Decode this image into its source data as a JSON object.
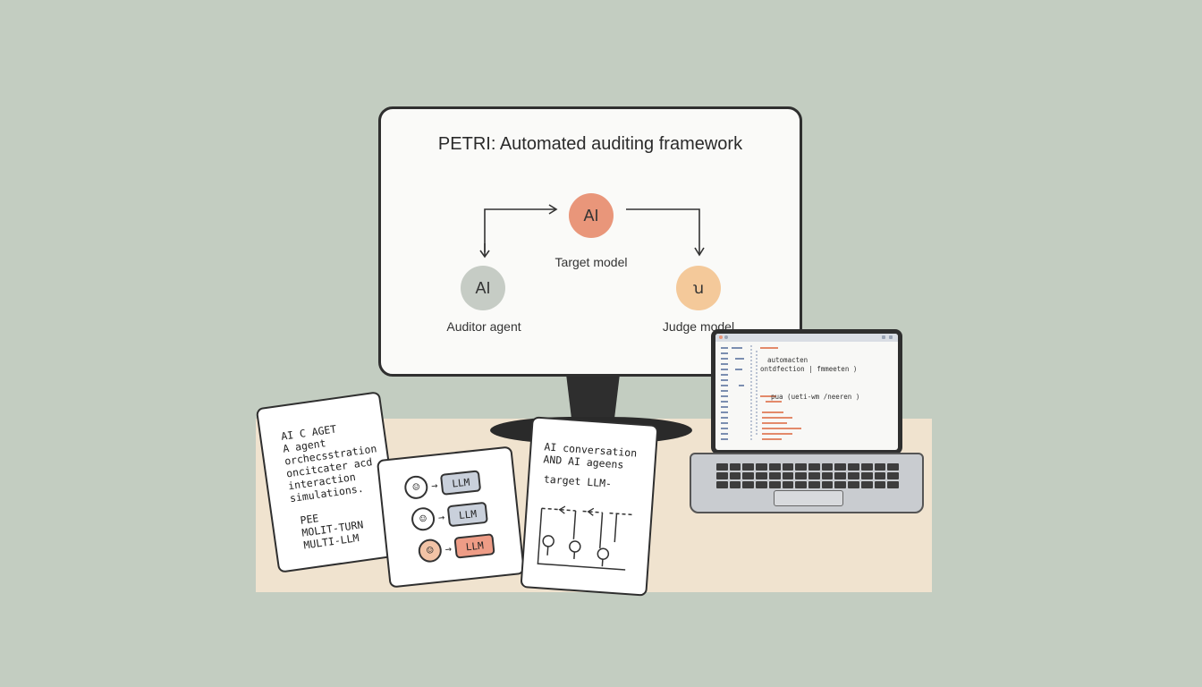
{
  "monitor": {
    "title": "PETRI: Automated auditing framework",
    "nodes": {
      "target": {
        "icon": "AI",
        "label": "Target model",
        "color": "#e9967a"
      },
      "auditor": {
        "icon": "AI",
        "label": "Auditor agent",
        "color": "#c6ccc5"
      },
      "judge": {
        "icon": "ꭒ",
        "label": "Judge model",
        "color": "#f4c99a"
      }
    }
  },
  "card_left": {
    "lines": [
      "AI C AGET",
      "A agent",
      "orchecsstration",
      "oncitcater acd",
      "interaction",
      "simulations."
    ],
    "lines2": [
      "PEE",
      "MOLIT-TURN",
      "MULTI-LLM"
    ]
  },
  "card_middle": {
    "rows": [
      {
        "label": "LLM",
        "color": "#c9d0db"
      },
      {
        "label": "LLM",
        "color": "#c9d0db"
      },
      {
        "label": "LLM",
        "color": "#ee9c86"
      }
    ]
  },
  "card_right": {
    "lines": [
      "AI conversation",
      "AND AI ageens"
    ],
    "subtitle": "target LLM-"
  },
  "laptop": {
    "code_lines": [
      "automacten",
      "ontdfection | fmmeeten )",
      "pua (ueti-wm /neeren )"
    ]
  }
}
